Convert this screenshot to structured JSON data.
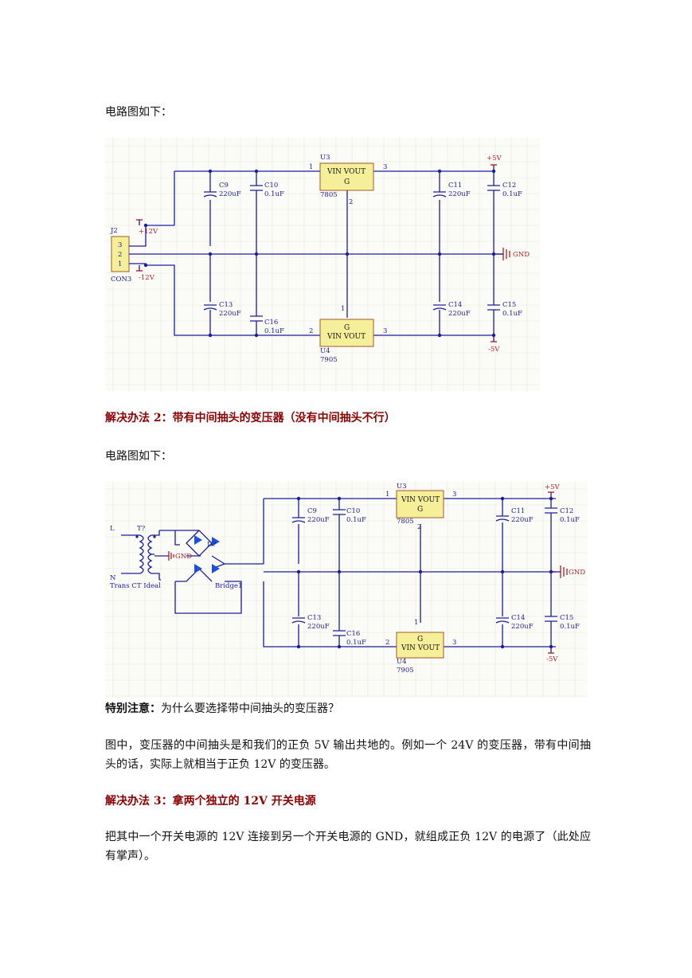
{
  "text": {
    "caption1": "电路图如下：",
    "heading2": "解决办法 2：带有中间抽头的变压器（没有中间抽头不行）",
    "caption2": "电路图如下：",
    "note_label": "特别注意：",
    "note_text": "为什么要选择带中间抽头的变压器？",
    "para1": "图中，变压器的中间抽头是和我们的正负 5V 输出共地的。例如一个 24V 的变压器，带有中间抽头的话，实际上就相当于正负 12V 的变压器。",
    "heading3": "解决办法 3：拿两个独立的 12V 开关电源",
    "para2": "把其中一个开关电源的 12V 连接到另一个开关电源的 GND，就组成正负 12V 的电源了（此处应有掌声）。"
  },
  "schematic1": {
    "u3": "U3",
    "u3_part": "7805",
    "u3_pins": "VIN VOUT",
    "u3_g": "G",
    "u4": "U4",
    "u4_part": "7905",
    "u4_pins": "VIN VOUT",
    "u4_g": "G",
    "pin1": "1",
    "pin2": "2",
    "pin3": "3",
    "c9": "C9",
    "c9v": "220uF",
    "c10": "C10",
    "c10v": "0.1uF",
    "c11": "C11",
    "c11v": "220uF",
    "c12": "C12",
    "c12v": "0.1uF",
    "c13": "C13",
    "c13v": "220uF",
    "c16": "C16",
    "c16v": "0.1uF",
    "c14": "C14",
    "c14v": "220uF",
    "c15": "C15",
    "c15v": "0.1uF",
    "j2": "J2",
    "con3": "CON3",
    "p3": "3",
    "p2": "2",
    "p1": "1",
    "plus12": "+12V",
    "minus12": "-12V",
    "plus5": "+5V",
    "minus5": "-5V",
    "gnd": "GND"
  },
  "schematic2": {
    "u3": "U3",
    "u3_part": "7805",
    "u3_pins": "VIN VOUT",
    "u3_g": "G",
    "u4": "U4",
    "u4_part": "7905",
    "u4_pins": "VIN VOUT",
    "u4_g": "G",
    "pin1": "1",
    "pin2": "2",
    "pin3": "3",
    "c9": "C9",
    "c9v": "220uF",
    "c10": "C10",
    "c10v": "0.1uF",
    "c11": "C11",
    "c11v": "220uF",
    "c12": "C12",
    "c12v": "0.1uF",
    "c13": "C13",
    "c13v": "220uF",
    "c16": "C16",
    "c16v": "0.1uF",
    "c14": "C14",
    "c14v": "220uF",
    "c15": "C15",
    "c15v": "0.1uF",
    "t": "T?",
    "trans": "Trans CT Ideal",
    "L": "L",
    "N": "N",
    "d": "D?",
    "bridge": "Bridge1",
    "plus5": "+5V",
    "minus5": "-5V",
    "gnd": "GND",
    "gnd_t": "GND"
  }
}
